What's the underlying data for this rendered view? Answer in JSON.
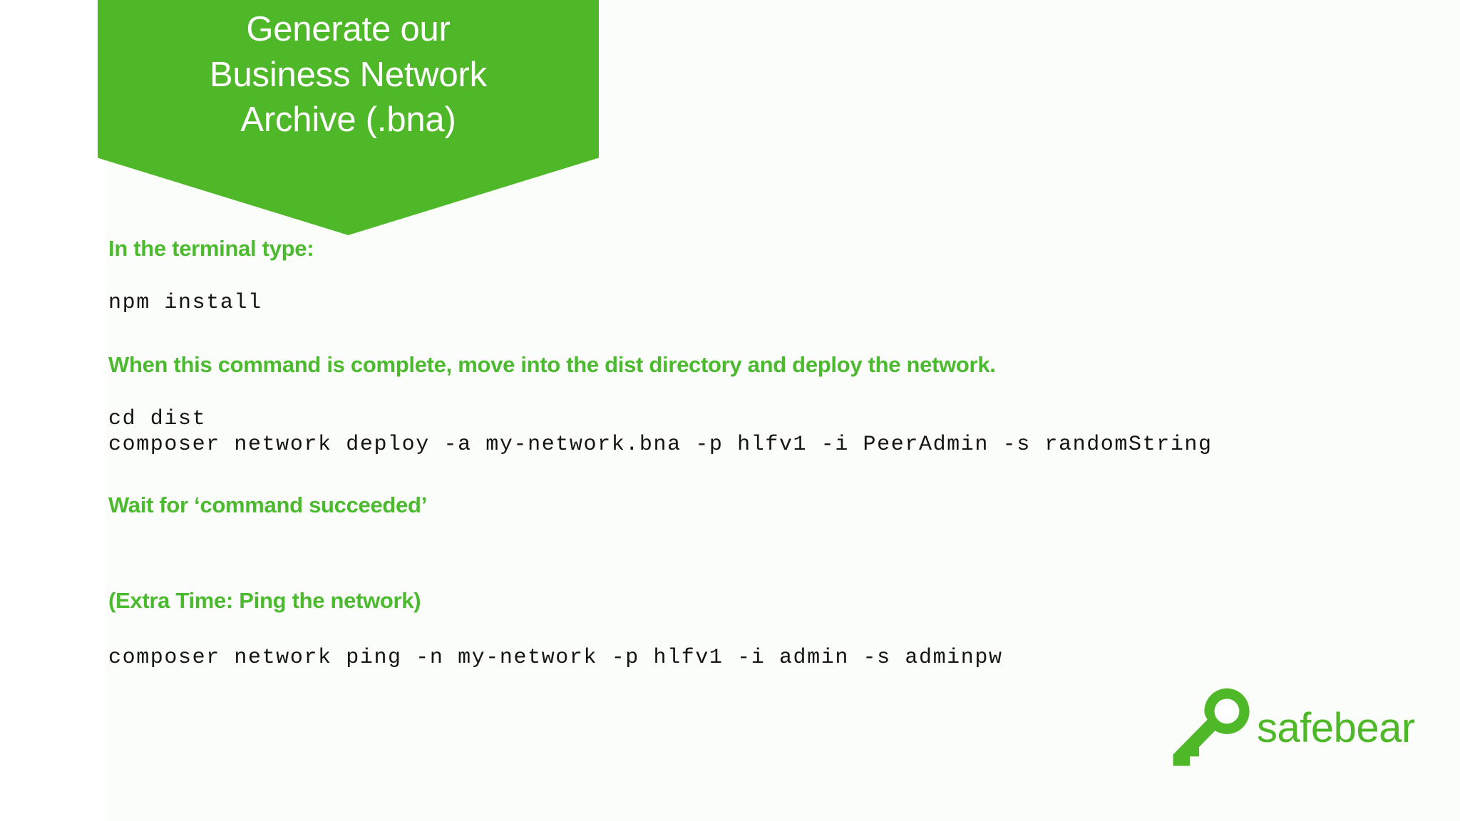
{
  "slide": {
    "background_color": "#ffffff",
    "accent_green": "#4FB828",
    "text_green": "#4CBA2E",
    "code_color": "#141414"
  },
  "banner": {
    "title": "Generate our\nBusiness Network\nArchive (.bna)",
    "shape": "down-arrow-pentagon",
    "fill": "#4FB828",
    "text_color": "#ffffff"
  },
  "body": {
    "blocks": [
      {
        "type": "lead",
        "text": "In the terminal type:"
      },
      {
        "type": "code",
        "text": "npm install"
      },
      {
        "type": "lead",
        "text": "When this command is complete, move into the dist directory and deploy the network."
      },
      {
        "type": "code",
        "text": "cd dist"
      },
      {
        "type": "code",
        "text": "composer network deploy -a my-network.bna -p hlfv1 -i PeerAdmin -s randomString"
      },
      {
        "type": "lead",
        "text": "Wait for ‘command succeeded’"
      },
      {
        "type": "lead",
        "text": "(Extra Time: Ping the network)"
      },
      {
        "type": "code",
        "text": "composer network ping -n my-network -p hlfv1 -i admin -s adminpw"
      }
    ],
    "lead_1": "In the terminal type:",
    "code_1": "npm install",
    "lead_2": "When this command is complete, move into the dist directory and deploy the network.",
    "code_2": "cd dist",
    "code_3": "composer network deploy -a my-network.bna -p hlfv1 -i PeerAdmin -s randomString",
    "lead_3": "Wait for ‘command succeeded’",
    "lead_4": "(Extra Time: Ping the network)",
    "code_4": "composer network ping -n my-network -p hlfv1 -i admin -s adminpw"
  },
  "logo": {
    "wordmark": "safebear",
    "icon": "key-icon",
    "color": "#4FB828"
  }
}
